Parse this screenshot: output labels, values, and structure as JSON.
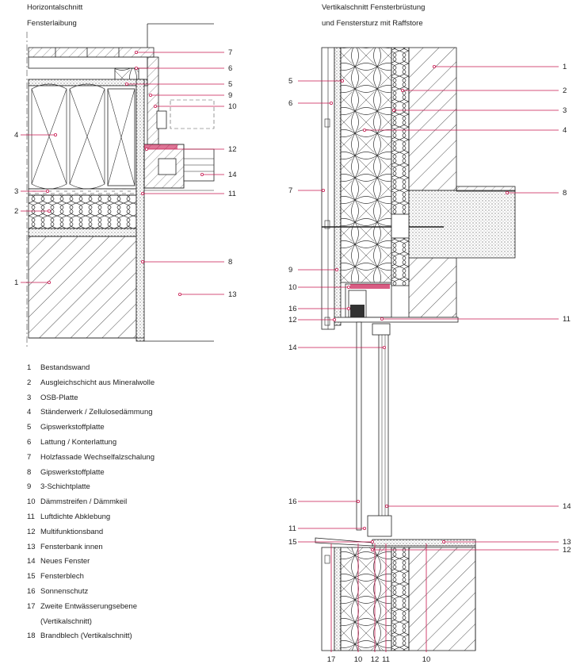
{
  "titles": {
    "horizontal_line1": "Horizontalschnitt",
    "horizontal_line2": "Fensterlaibung",
    "vertical_line1": "Vertikalschnitt Fensterbrüstung",
    "vertical_line2": "und Fenstersturz mit Raffstore"
  },
  "colors": {
    "accent": "#c8174f",
    "line": "#222222",
    "plaster": "#777777"
  },
  "legend": [
    {
      "num": "1",
      "text": "Bestandswand"
    },
    {
      "num": "2",
      "text": "Ausgleichschicht aus Mineralwolle"
    },
    {
      "num": "3",
      "text": "OSB-Platte"
    },
    {
      "num": "4",
      "text": "Ständerwerk / Zellulosedämmung"
    },
    {
      "num": "5",
      "text": "Gipswerkstoffplatte"
    },
    {
      "num": "6",
      "text": "Lattung / Konterlattung"
    },
    {
      "num": "7",
      "text": "Holzfassade Wechselfalzschalung"
    },
    {
      "num": "8",
      "text": "Gipswerkstoffplatte"
    },
    {
      "num": "9",
      "text": "3-Schichtplatte"
    },
    {
      "num": "10",
      "text": "Dämmstreifen / Dämmkeil"
    },
    {
      "num": "11",
      "text": "Luftdichte Abklebung"
    },
    {
      "num": "12",
      "text": "Multifunktionsband"
    },
    {
      "num": "13",
      "text": "Fensterbank innen"
    },
    {
      "num": "14",
      "text": "Neues Fenster"
    },
    {
      "num": "15",
      "text": "Fensterblech"
    },
    {
      "num": "16",
      "text": "Sonnenschutz"
    },
    {
      "num": "17",
      "text": "Zweite Entwässerungsebene"
    },
    {
      "num": "",
      "text": "(Vertikalschnitt)"
    },
    {
      "num": "18",
      "text": "Brandblech (Vertikalschnitt)"
    }
  ],
  "callouts": {
    "h_left": [
      "4",
      "3",
      "2",
      "1"
    ],
    "h_right": [
      "7",
      "6",
      "5",
      "9",
      "10",
      "12",
      "14",
      "11",
      "8",
      "13"
    ],
    "v_left": [
      "5",
      "6",
      "7",
      "9",
      "10",
      "16",
      "12",
      "14",
      "16",
      "11",
      "15"
    ],
    "v_right": [
      "1",
      "2",
      "3",
      "4",
      "8",
      "11",
      "14",
      "13",
      "12"
    ],
    "v_bottom": [
      "17",
      "10",
      "12",
      "11",
      "10"
    ]
  }
}
